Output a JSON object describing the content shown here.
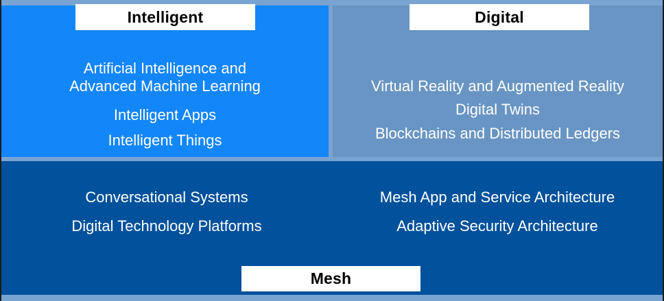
{
  "figure": {
    "title_implied": "Technology trends grouped by Intelligent, Digital and Mesh themes",
    "colors": {
      "background_frame": "#79A4D2",
      "intelligent_panel": "#1386FA",
      "digital_panel": "#6895C3",
      "mesh_panel": "#01519C",
      "label_background": "#FFFFFF",
      "label_text": "#000000",
      "item_text": "#FFFFFF",
      "outer_edge": "#1B1B1B"
    },
    "panels": {
      "intelligent": {
        "label": "Intelligent",
        "items": [
          "Artificial Intelligence and Advanced Machine Learning",
          "Intelligent Apps",
          "Intelligent Things"
        ]
      },
      "digital": {
        "label": "Digital",
        "items": [
          "Virtual Reality and Augmented Reality",
          "Digital Twins",
          "Blockchains and Distributed Ledgers"
        ]
      },
      "mesh": {
        "label": "Mesh",
        "columns": [
          {
            "items": [
              "Conversational Systems",
              "Digital Technology Platforms"
            ]
          },
          {
            "items": [
              "Mesh App and Service Architecture",
              "Adaptive Security Architecture"
            ]
          }
        ]
      }
    }
  }
}
